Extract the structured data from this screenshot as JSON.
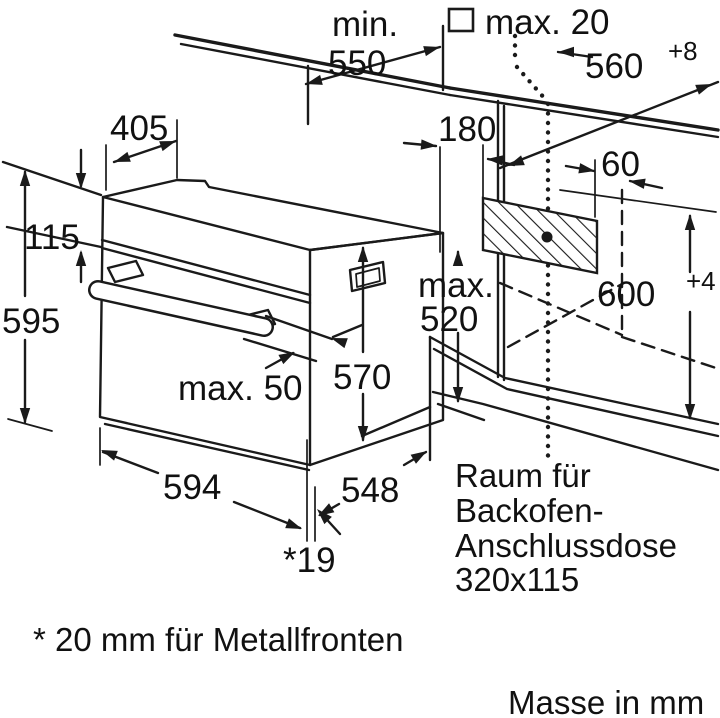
{
  "diagram_type": "oven-installation-dimension-drawing",
  "units_note": "Masse in mm",
  "footnote": "* 20 mm für Metallfronten",
  "colors": {
    "line": "#1a1a1a",
    "background": "#ffffff",
    "text": "#111111"
  },
  "symbols": {
    "square": "hob-cutout-square-symbol",
    "dot": "connection-point-dot",
    "hatch": "connection-box-hatched-area"
  },
  "labels": {
    "l_min": "min.",
    "l_550": "550",
    "l_max20": "max. 20",
    "l_560": "560",
    "l_560sup": "+8",
    "l_405": "405",
    "l_115": "115",
    "l_595": "595",
    "l_180": "180",
    "l_60": "60",
    "l_max": "max.",
    "l_520": "520",
    "l_600": "600",
    "l_600sup": "+4",
    "l_570": "570",
    "l_max50": "max. 50",
    "l_594": "594",
    "l_548": "548",
    "l_19": "*19",
    "raum1": "Raum für",
    "raum2": "Backofen-",
    "raum3": "Anschlussdose",
    "raum4": "320x115",
    "footnote": "* 20 mm für Metallfronten",
    "units": "Masse in mm"
  },
  "dimensions_mm": {
    "worktop_min_depth": "min. 550",
    "worktop_max_thickness": "max. 20",
    "niche_width": "560 +8",
    "top_depth": "405",
    "control_panel_height": "115",
    "oven_front_height": "595",
    "box_distance_left": "180",
    "box_distance_right": "60",
    "max_recess_depth": "max. 520",
    "niche_height": "600 +4",
    "oven_body_height": "570",
    "handle_protrusion": "max. 50",
    "oven_width": "594",
    "oven_body_depth": "548",
    "front_frame_overhang": "*19",
    "connection_box_space": "Raum für Backofen-Anschlussdose 320x115"
  }
}
